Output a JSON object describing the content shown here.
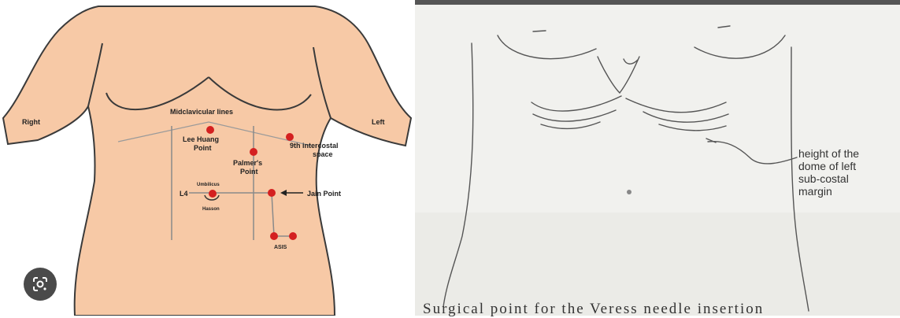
{
  "left_diagram": {
    "labels": {
      "right": "Right",
      "left": "Left",
      "midclavicular": "Midclavicular lines",
      "lee_huang": [
        "Lee Huang",
        "Point"
      ],
      "ninth_ic": [
        "9th intercostal",
        "space"
      ],
      "palmer": [
        "Palmer's",
        "Point"
      ],
      "umbilicus": "Umbilicus",
      "hasson": "Hasson",
      "l4": "L4",
      "jain": "Jain Point",
      "asis": "ASIS"
    },
    "colors": {
      "skin": "#f7c9a6",
      "skin_outline": "#3a3a3a",
      "port_dot": "#d42020",
      "line": "#8a8a8a"
    }
  },
  "lens_button": {
    "icon": "google-lens-icon",
    "color": "#4a4a4a"
  },
  "right_diagram": {
    "annotation": [
      "height of the",
      "dome of left",
      "sub-costal",
      "margin"
    ],
    "caption": "Surgical point for the Veress needle insertion",
    "colors": {
      "paper": "#f4f4f2",
      "pencil": "#555555"
    }
  }
}
